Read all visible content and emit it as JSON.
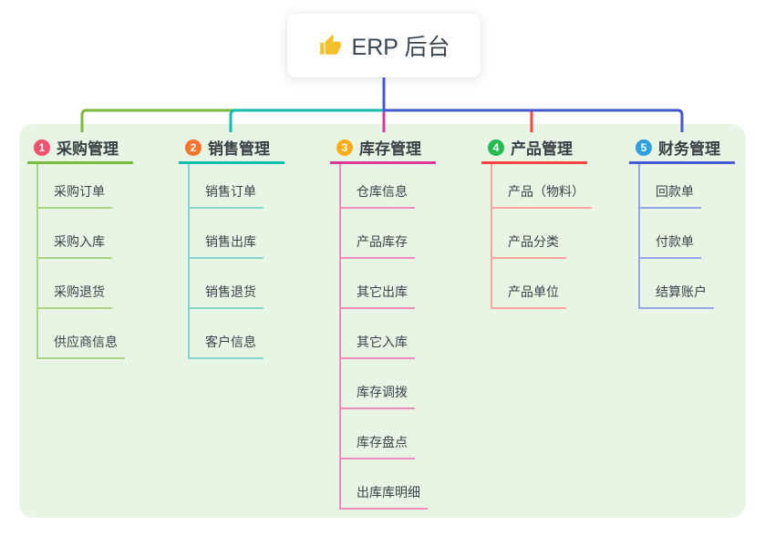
{
  "root": {
    "icon": "thumbs-up-icon",
    "label": "ERP 后台"
  },
  "panel": {
    "background": "#e9f5e4"
  },
  "connector": {
    "root_line_color": "#4c5ad0"
  },
  "branches": [
    {
      "number": "1",
      "label": "采购管理",
      "colors": {
        "badge": "#f4516c",
        "line": "#7cba3d",
        "child_line": "#a9d584"
      },
      "children": [
        "采购订单",
        "采购入库",
        "采购退货",
        "供应商信息"
      ]
    },
    {
      "number": "2",
      "label": "销售管理",
      "colors": {
        "badge": "#f9742c",
        "line": "#13bdaf",
        "child_line": "#84d6cc"
      },
      "children": [
        "销售订单",
        "销售出库",
        "销售退货",
        "客户信息"
      ]
    },
    {
      "number": "3",
      "label": "库存管理",
      "colors": {
        "badge": "#fbac17",
        "line": "#d6399a",
        "child_line": "#f08bc0"
      },
      "children": [
        "仓库信息",
        "产品库存",
        "其它出库",
        "其它入库",
        "库存调拨",
        "库存盘点",
        "出库库明细"
      ]
    },
    {
      "number": "4",
      "label": "产品管理",
      "colors": {
        "badge": "#27bc51",
        "line": "#f8423f",
        "child_line": "#fba5a2"
      },
      "children": [
        "产品（物料）",
        "产品分类",
        "产品单位"
      ]
    },
    {
      "number": "5",
      "label": "财务管理",
      "colors": {
        "badge": "#2f9fde",
        "line": "#4558d2",
        "child_line": "#96a5e6"
      },
      "children": [
        "回款单",
        "付款单",
        "结算账户"
      ]
    }
  ]
}
